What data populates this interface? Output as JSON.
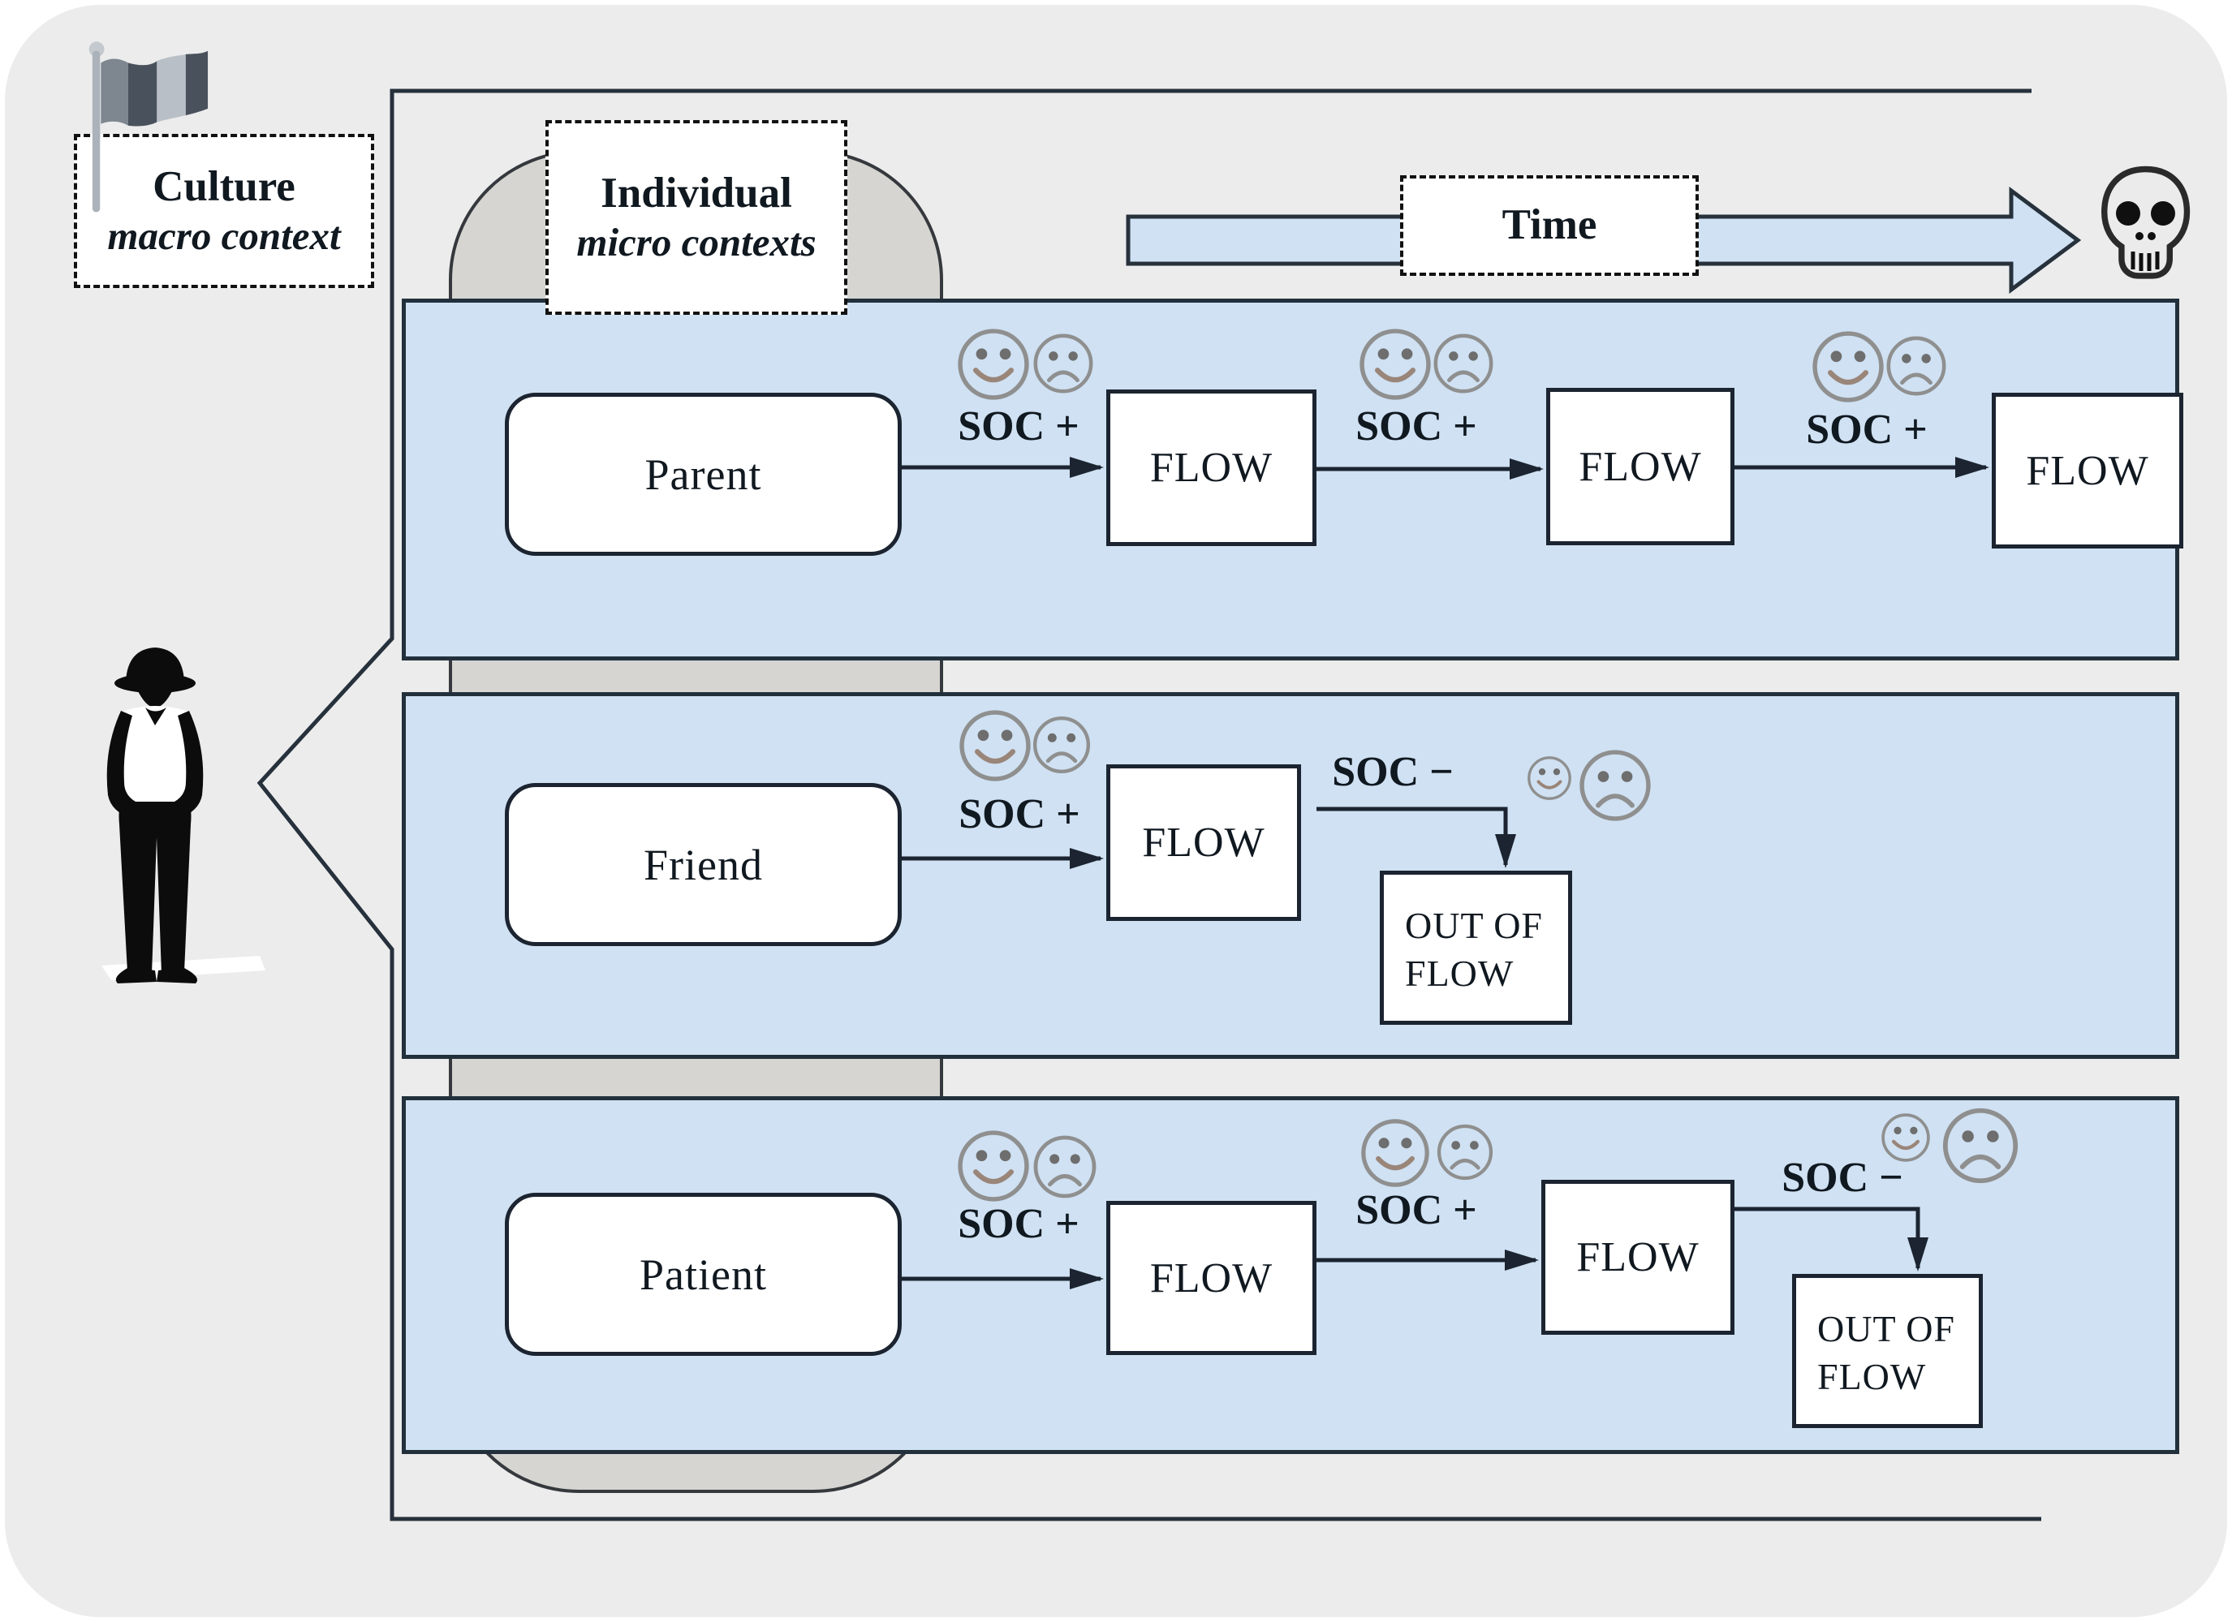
{
  "figure": {
    "culture": {
      "title": "Culture",
      "subtitle": "macro context"
    },
    "individual": {
      "title": "Individual",
      "subtitle": "micro contexts"
    },
    "time_label": "Time"
  },
  "labels": {
    "soc_plus": "SOC +",
    "soc_minus": "SOC −",
    "flow": "FLOW",
    "out_of_flow": "OUT OF FLOW"
  },
  "rows": [
    {
      "role": "Parent",
      "transitions": [
        "SOC +",
        "SOC +",
        "SOC +"
      ],
      "states": [
        "FLOW",
        "FLOW",
        "FLOW"
      ]
    },
    {
      "role": "Friend",
      "transitions": [
        "SOC +",
        "SOC −"
      ],
      "states": [
        "FLOW",
        "OUT OF FLOW"
      ]
    },
    {
      "role": "Patient",
      "transitions": [
        "SOC +",
        "SOC +",
        "SOC −"
      ],
      "states": [
        "FLOW",
        "FLOW",
        "OUT OF FLOW"
      ]
    }
  ],
  "icons": {
    "flag": "waving-flag",
    "skull": "skull",
    "person": "standing-person-silhouette",
    "happy_face": "smiling-face-outline",
    "sad_face": "frowning-face-outline"
  },
  "colors": {
    "panel_bg": "#ececec",
    "row_bg": "#cfe1f2",
    "capsule_bg": "#d6d5d2",
    "line": "#1b2430",
    "face_stroke": "#8f8f8f"
  }
}
